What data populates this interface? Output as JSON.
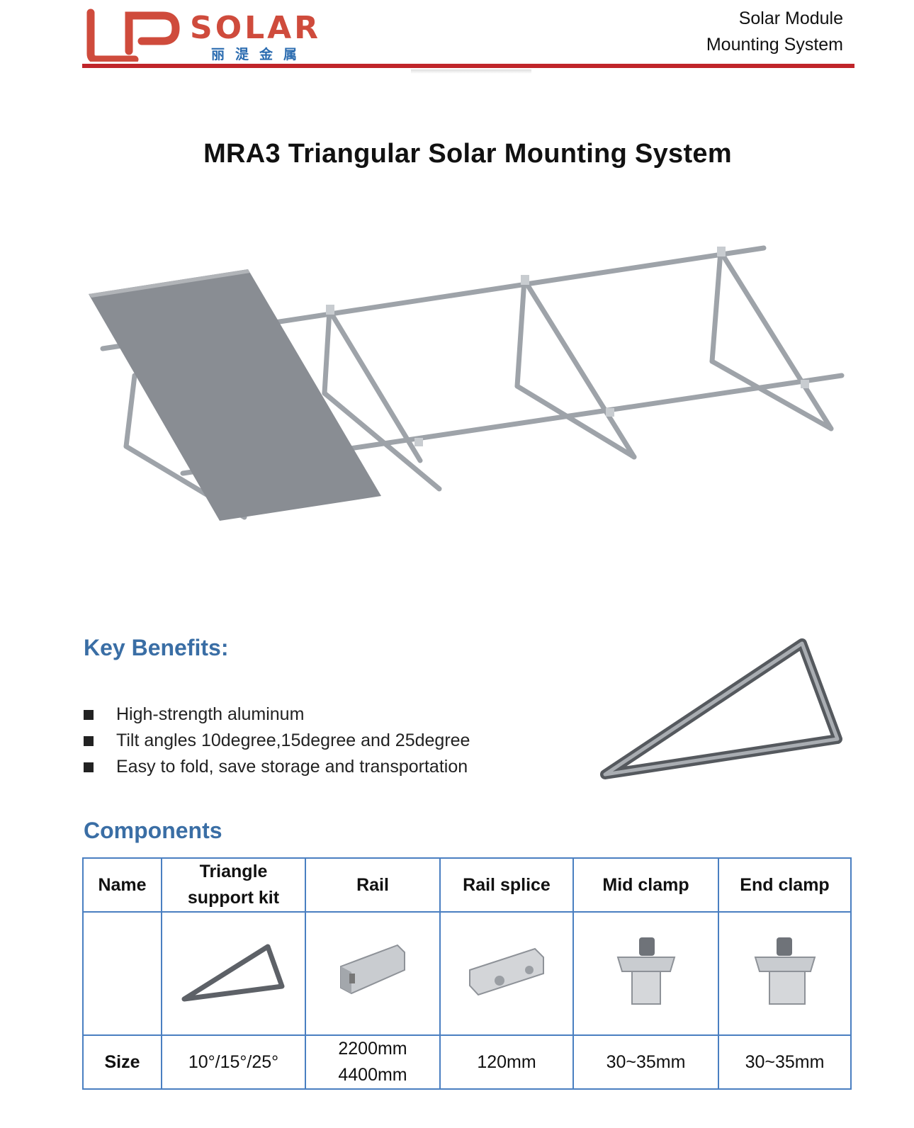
{
  "header": {
    "logo_text": "SOLAR",
    "logo_lp": "LP",
    "logo_chinese": "丽湜金属",
    "right_line1": "Solar Module",
    "right_line2": "Mounting System"
  },
  "title": "MRA3 Triangular Solar Mounting System",
  "benefits": {
    "heading": "Key Benefits:",
    "items": [
      "High-strength aluminum",
      "Tilt angles 10degree,15degree and 25degree",
      "Easy to fold, save storage and transportation"
    ]
  },
  "components": {
    "heading": "Components",
    "headers": [
      "Name",
      "Triangle support kit",
      "Rail",
      "Rail splice",
      "Mid clamp",
      "End clamp"
    ],
    "size_label": "Size",
    "sizes": [
      "10°/15°/25°",
      "2200mm",
      "4400mm",
      "120mm",
      "30~35mm",
      "30~35mm"
    ],
    "images": [
      "triangle-support-kit-image",
      "rail-image",
      "rail-splice-image",
      "mid-clamp-image",
      "end-clamp-image"
    ]
  },
  "colors": {
    "accent_red": "#c0252a",
    "logo_red": "#cf4b3c",
    "heading_blue": "#3a6ea5",
    "table_border": "#4a7fc1"
  }
}
